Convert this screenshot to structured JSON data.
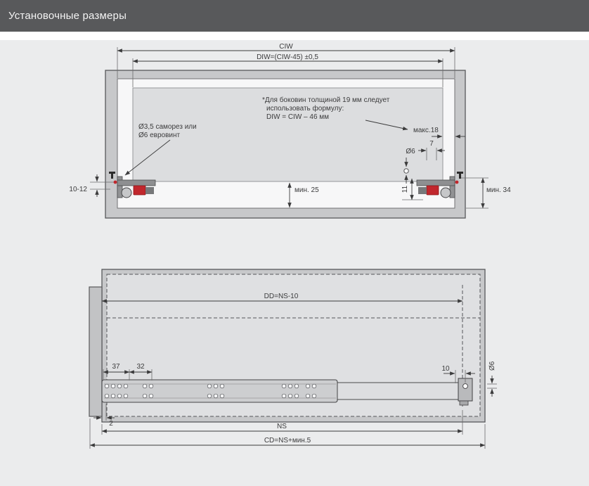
{
  "header": {
    "title": "Установочные размеры"
  },
  "colors": {
    "header_bg": "#58595b",
    "content_bg": "#ebeced",
    "accent_red": "#c1272d"
  },
  "front_view": {
    "dim_ciw": "CIW",
    "dim_diw": "DIW=(CIW-45) ±0,5",
    "note_line1": "*Для боковин толщиной 19 мм следует",
    "note_line2": "использовать формулу:",
    "note_line3": "DIW = CIW – 46 мм",
    "screw_note_line1": "Ø3,5 саморез или",
    "screw_note_line2": "Ø6 евровинт",
    "dim_max18": "макс.18",
    "dim_7": "7",
    "dim_dia6": "Ø6",
    "dim_min25": "мин. 25",
    "dim_11": "11",
    "dim_10_12": "10-12",
    "dim_min34": "мин. 34"
  },
  "side_view": {
    "dim_dd": "DD=NS-10",
    "dim_37": "37",
    "dim_32": "32",
    "dim_10": "10",
    "dim_dia6": "Ø6",
    "dim_2": "2",
    "dim_ns": "NS",
    "dim_cd": "CD=NS+мин.5"
  }
}
